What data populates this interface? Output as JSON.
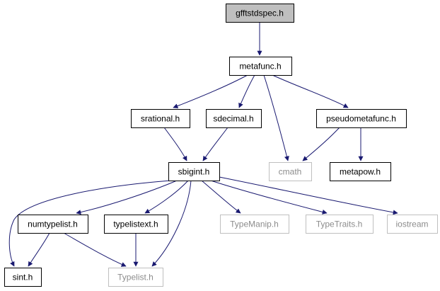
{
  "diagram": {
    "nodes": [
      {
        "id": "gfftstdspec",
        "label": "gfftstdspec.h",
        "style": "root"
      },
      {
        "id": "metafunc",
        "label": "metafunc.h",
        "style": "file"
      },
      {
        "id": "srational",
        "label": "srational.h",
        "style": "file"
      },
      {
        "id": "sdecimal",
        "label": "sdecimal.h",
        "style": "file"
      },
      {
        "id": "pseudometafunc",
        "label": "pseudometafunc.h",
        "style": "file"
      },
      {
        "id": "cmath",
        "label": "cmath",
        "style": "system"
      },
      {
        "id": "metapow",
        "label": "metapow.h",
        "style": "file"
      },
      {
        "id": "sbigint",
        "label": "sbigint.h",
        "style": "file"
      },
      {
        "id": "numtypelist",
        "label": "numtypelist.h",
        "style": "file"
      },
      {
        "id": "typelistext",
        "label": "typelistext.h",
        "style": "file"
      },
      {
        "id": "typemanip",
        "label": "TypeManip.h",
        "style": "system"
      },
      {
        "id": "typetraits",
        "label": "TypeTraits.h",
        "style": "system"
      },
      {
        "id": "iostream",
        "label": "iostream",
        "style": "system"
      },
      {
        "id": "sint",
        "label": "sint.h",
        "style": "file"
      },
      {
        "id": "typelist",
        "label": "Typelist.h",
        "style": "system"
      }
    ],
    "edges": [
      [
        "gfftstdspec",
        "metafunc"
      ],
      [
        "metafunc",
        "srational"
      ],
      [
        "metafunc",
        "sdecimal"
      ],
      [
        "metafunc",
        "cmath"
      ],
      [
        "metafunc",
        "pseudometafunc"
      ],
      [
        "srational",
        "sbigint"
      ],
      [
        "sdecimal",
        "sbigint"
      ],
      [
        "pseudometafunc",
        "cmath"
      ],
      [
        "pseudometafunc",
        "metapow"
      ],
      [
        "sbigint",
        "sint"
      ],
      [
        "sbigint",
        "numtypelist"
      ],
      [
        "sbigint",
        "typelistext"
      ],
      [
        "sbigint",
        "typelist"
      ],
      [
        "sbigint",
        "typemanip"
      ],
      [
        "sbigint",
        "typetraits"
      ],
      [
        "sbigint",
        "iostream"
      ],
      [
        "numtypelist",
        "sint"
      ],
      [
        "numtypelist",
        "typelist"
      ],
      [
        "typelistext",
        "typelist"
      ]
    ],
    "colors": {
      "edge": "#191970",
      "file_border": "#000000",
      "system_border": "#bfbfbf",
      "system_text": "#8c8c8c",
      "root_fill": "#bfbfbf",
      "file_text": "#000000"
    }
  }
}
